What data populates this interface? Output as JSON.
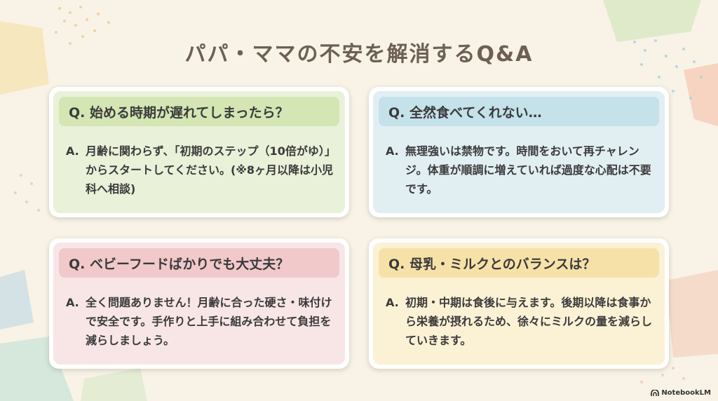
{
  "title": "パパ・ママの不安を解消するQ&A",
  "cards": [
    {
      "theme": "green",
      "question": "Q. 始める時期が遅れてしまったら？",
      "answer_prefix": "A.",
      "answer": "月齢に関わらず、「初期のステップ（10倍がゆ）」からスタートしてください。(※8ヶ月以降は小児科へ相談)"
    },
    {
      "theme": "blue",
      "question": "Q. 全然食べてくれない…",
      "answer_prefix": "A.",
      "answer": "無理強いは禁物です。時間をおいて再チャレンジ。体重が順調に増えていれば過度な心配は不要です。"
    },
    {
      "theme": "pink",
      "question": "Q. ベビーフードばかりでも大丈夫？",
      "answer_prefix": "A.",
      "answer": "全く問題ありません！月齢に合った硬さ・味付けで安全です。手作りと上手に組み合わせて負担を減らしましょう。"
    },
    {
      "theme": "yellow",
      "question": "Q. 母乳・ミルクとのバランスは？",
      "answer_prefix": "A.",
      "answer": "初期・中期は食後に与えます。後期以降は食事から栄養が摂れるため、徐々にミルクの量を減らしていきます。"
    }
  ],
  "logo_text": "NotebookLM",
  "colors": {
    "background": "#f8f3e6",
    "title": "#6d6053",
    "green": "#d3e6b4",
    "blue": "#c5e1ea",
    "pink": "#f1c9cb",
    "yellow": "#f6e2a8"
  }
}
